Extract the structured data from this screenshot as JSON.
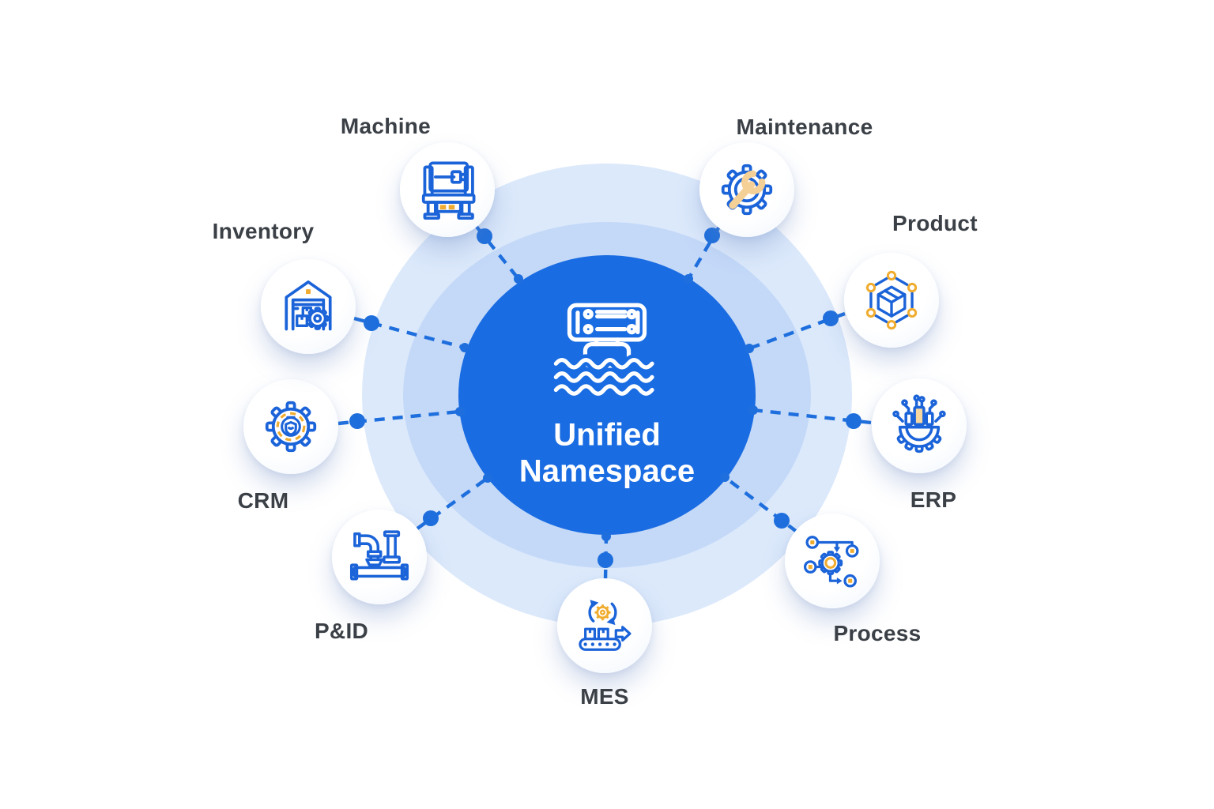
{
  "diagram": {
    "center": {
      "title_line1": "Unified",
      "title_line2": "Namespace",
      "icon": "server-floating-on-water-icon"
    },
    "nodes": [
      {
        "id": "machine",
        "label": "Machine",
        "icon": "machine-icon"
      },
      {
        "id": "maintenance",
        "label": "Maintenance",
        "icon": "gear-wrench-icon"
      },
      {
        "id": "product",
        "label": "Product",
        "icon": "box-network-icon"
      },
      {
        "id": "erp",
        "label": "ERP",
        "icon": "gear-circuit-icon"
      },
      {
        "id": "process",
        "label": "Process",
        "icon": "gear-flow-icon"
      },
      {
        "id": "mes",
        "label": "MES",
        "icon": "conveyor-gear-icon"
      },
      {
        "id": "pid",
        "label": "P&ID",
        "icon": "pipes-icon"
      },
      {
        "id": "crm",
        "label": "CRM",
        "icon": "gear-shield-icon"
      },
      {
        "id": "inventory",
        "label": "Inventory",
        "icon": "warehouse-gear-icon"
      }
    ],
    "colors": {
      "background": "#ffffff",
      "center_circle": "#1a6ce2",
      "ring_middle": "#c4d9f8",
      "ring_outer": "#dce9fb",
      "connector": "#1e6fdd",
      "icon_blue": "#1b63d8",
      "icon_yellow": "#f0ac2e",
      "icon_cream": "#f6d7a0",
      "label_text": "#3b4047",
      "center_text": "#ffffff"
    }
  }
}
